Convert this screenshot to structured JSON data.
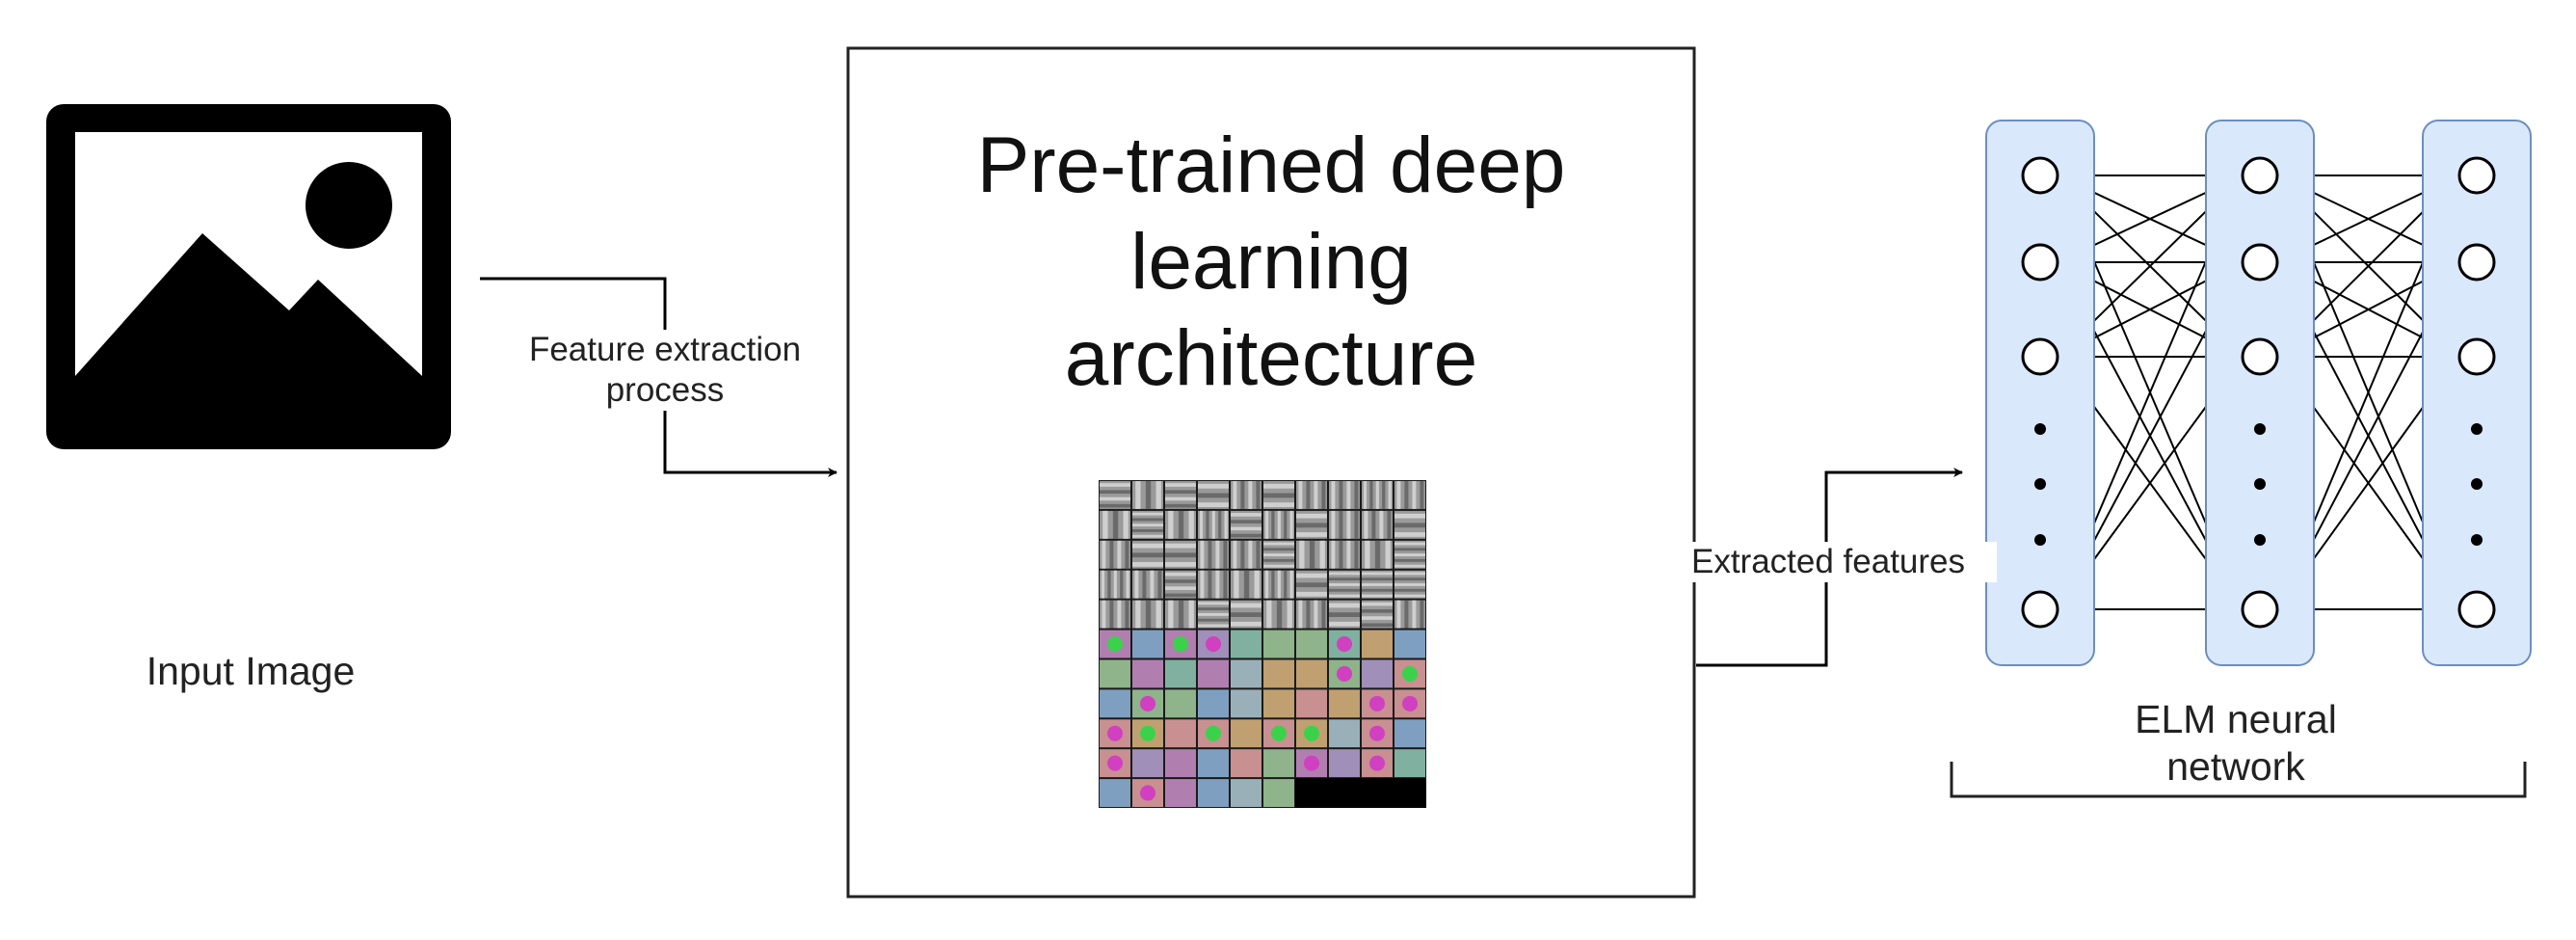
{
  "input": {
    "label": "Input Image",
    "icon": "image-icon"
  },
  "arrow1": {
    "label_line1": "Feature extraction",
    "label_line2": "process"
  },
  "cnn": {
    "title_line1": "Pre-trained deep",
    "title_line2": "learning",
    "title_line3": "architecture",
    "thumbnail": "filter-grid"
  },
  "arrow2": {
    "label": "Extracted features"
  },
  "elm": {
    "label_line1": "ELM neural",
    "label_line2": "network",
    "layers": 3,
    "nodes_per_layer_shown": 4,
    "ellipsis": true,
    "colors": {
      "layer_fill": "#dae8fc",
      "layer_stroke": "#6c8ebf"
    }
  }
}
